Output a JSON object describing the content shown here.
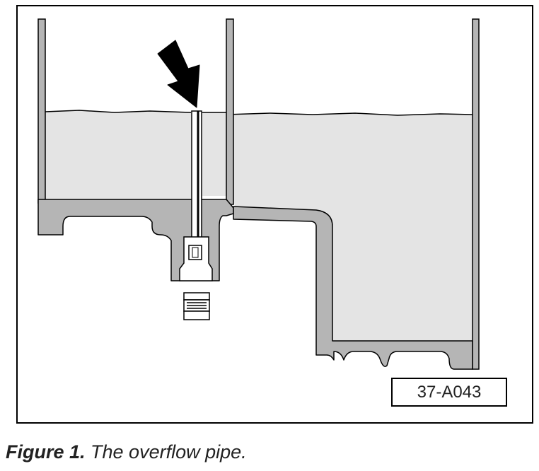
{
  "figure": {
    "reference_code": "37-A043",
    "caption_label": "Figure 1.",
    "caption_text": " The overflow pipe."
  },
  "colors": {
    "fluid": "#e4e4e4",
    "housing": "#b5b5b5",
    "outline": "#000000",
    "background": "#ffffff"
  },
  "icons": {
    "pointer": "arrow-pointing-down-right"
  }
}
